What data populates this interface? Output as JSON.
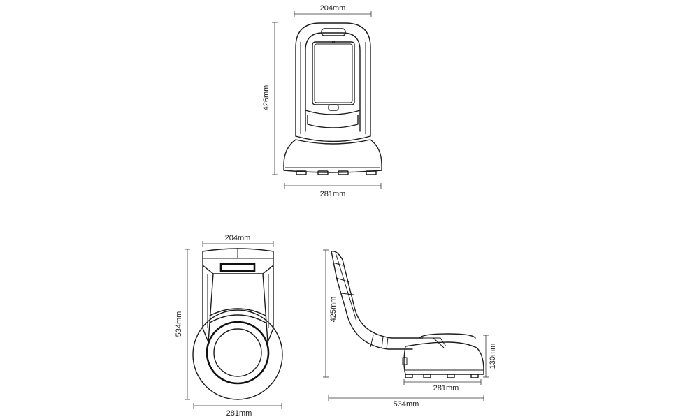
{
  "views": {
    "front": {
      "width_top": "204mm",
      "height": "426mm",
      "width_base": "281mm"
    },
    "top": {
      "width_top": "204mm",
      "length": "534mm",
      "width_base": "281mm"
    },
    "side": {
      "height": "425mm",
      "base_height": "130mm",
      "base_width": "281mm",
      "length": "534mm"
    }
  },
  "colors": {
    "line": "#1c1c1c",
    "dimension": "#333333",
    "background": "#ffffff"
  }
}
